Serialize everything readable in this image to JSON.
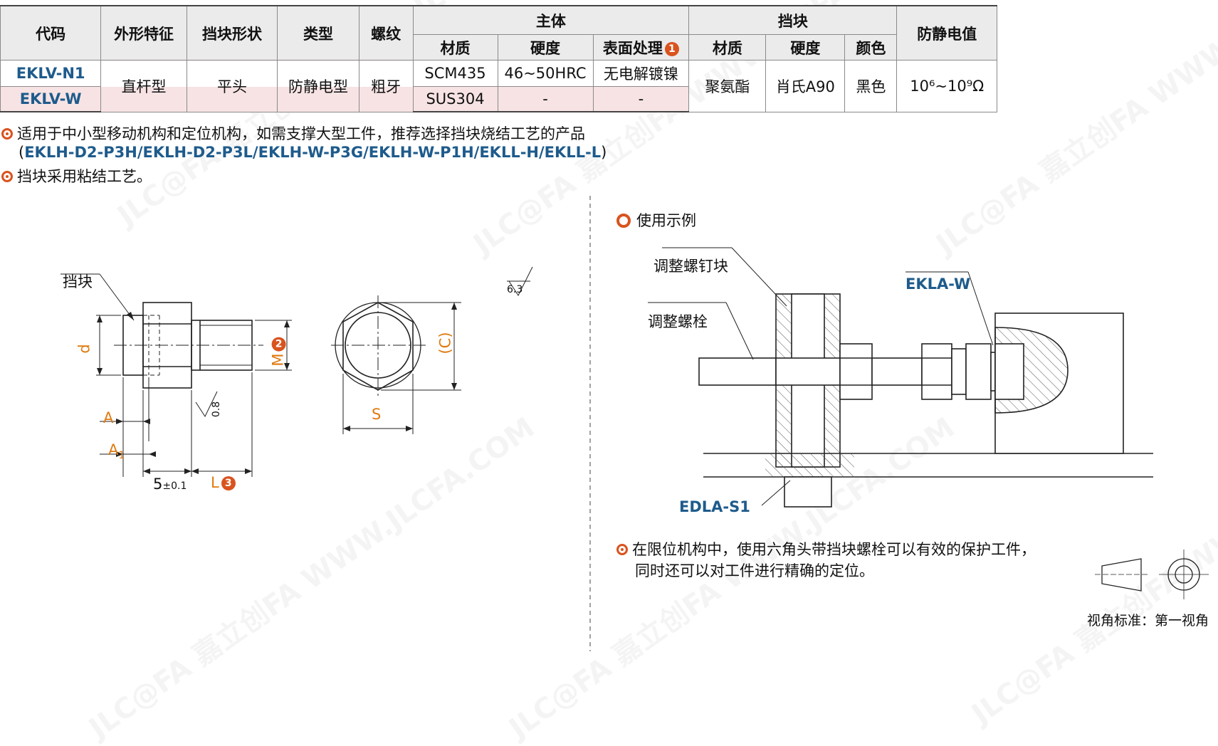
{
  "table": {
    "headers": {
      "code": "代码",
      "shape": "外形特征",
      "block_shape": "挡块形状",
      "type": "类型",
      "thread": "螺纹",
      "main_body": "主体",
      "block": "挡块",
      "antistatic": "防静电值",
      "material": "材质",
      "hardness": "硬度",
      "surface": "表面处理",
      "surface_note": "1",
      "block_material": "材质",
      "block_hardness": "硬度",
      "color": "颜色"
    },
    "rows": [
      {
        "code": "EKLV-N1",
        "main_material": "SCM435",
        "main_hardness": "46~50HRC",
        "surface": "无电解镀镍"
      },
      {
        "code": "EKLV-W",
        "main_material": "SUS304",
        "main_hardness": "-",
        "surface": "-"
      }
    ],
    "shared": {
      "shape": "直杆型",
      "block_shape": "平头",
      "type": "防静电型",
      "thread": "粗牙",
      "block_material": "聚氨酯",
      "block_hardness": "肖氏A90",
      "color": "黑色",
      "antistatic": "10⁶~10⁹Ω"
    }
  },
  "notes": {
    "line1": "适用于中小型移动机构和定位机构，如需支撑大型工件，推荐选择挡块烧结工艺的产品",
    "line2_open": "(",
    "line2_codes": "EKLH-D2-P3H/EKLH-D2-P3L/EKLH-W-P3G/EKLH-W-P1H/EKLL-H/EKLL-L",
    "line2_close": ")",
    "line3": "挡块采用粘结工艺。"
  },
  "drawing": {
    "block_label": "挡块",
    "d": "d",
    "m": "M",
    "m_note": "2",
    "c": "(C)",
    "s": "S",
    "a": "A",
    "a1": "A",
    "a1_sub": "1",
    "five": "5",
    "five_tol": "±0.1",
    "l": "L",
    "l_note": "3",
    "rough1": "6.3",
    "rough2": "0.8"
  },
  "example": {
    "title": "使用示例",
    "adj_block": "调整螺钉块",
    "adj_bolt": "调整螺栓",
    "ekla": "EKLA-W",
    "edla": "EDLA-S1",
    "desc1": "在限位机构中，使用六角头带挡块螺栓可以有效的保护工件，",
    "desc2": "同时还可以对工件进行精确的定位。"
  },
  "view_standard": "视角标准：第一视角",
  "watermark": "JLC@FA 嘉立创FA WWW.JLCFA.COM"
}
